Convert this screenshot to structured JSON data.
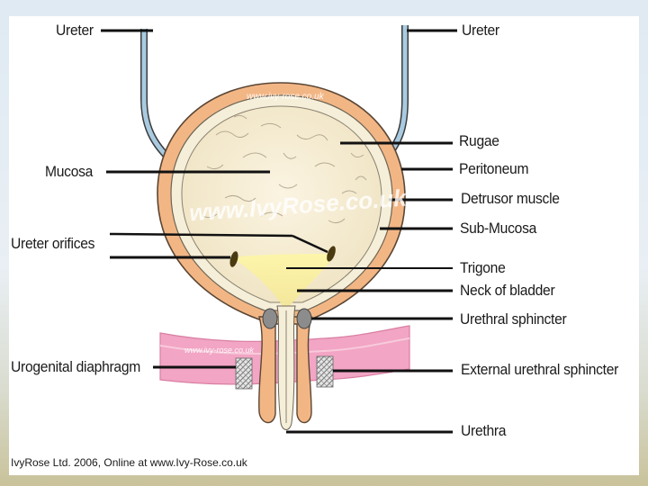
{
  "labels": {
    "ureter_left": "Ureter",
    "ureter_right": "Ureter",
    "rugae": "Rugae",
    "peritoneum": "Peritoneum",
    "mucosa": "Mucosa",
    "detrusor_muscle": "Detrusor muscle",
    "sub_mucosa": "Sub-Mucosa",
    "ureter_orifices": "Ureter orifices",
    "trigone": "Trigone",
    "neck_of_bladder": "Neck of bladder",
    "urethral_sphincter": "Urethral sphincter",
    "urogenital_diaphragm": "Urogenital diaphragm",
    "external_urethral_sphincter": "External urethral sphincter",
    "urethra": "Urethra"
  },
  "watermarks": {
    "main": "www.IvyRose.co.uk",
    "top": "www.ivy-rose.co.uk",
    "diaphragm": "www.ivy-rose.co.uk"
  },
  "credit": "IvyRose Ltd. 2006, Online at www.Ivy-Rose.co.uk",
  "colors": {
    "peritoneum": "#f2b685",
    "inner_wall": "#f3e8c9",
    "trigone": "#fdf6a8",
    "ureter": "#a9cbe1",
    "diaphragm": "#f2a5c4",
    "sphincter": "#9a9a9a"
  }
}
